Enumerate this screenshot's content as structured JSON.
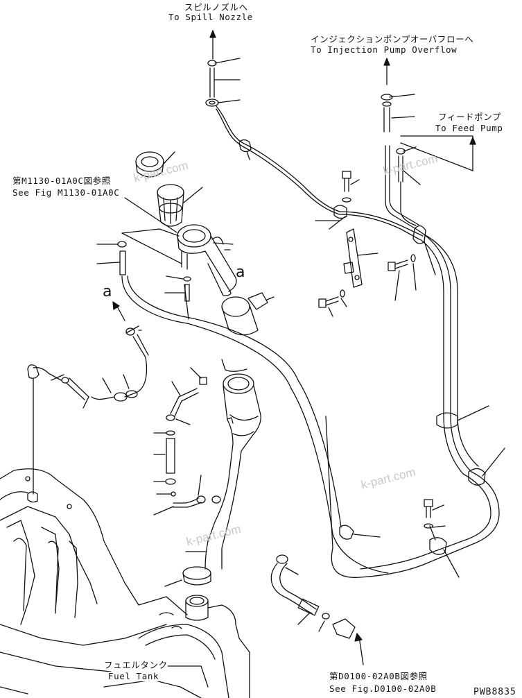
{
  "labels": {
    "spill_nozzle_jp": "スピルノズルへ",
    "spill_nozzle_en": "To Spill Nozzle",
    "injection_pump_jp": "インジェクションポンプオーバフローへ",
    "injection_pump_en": "To Injection Pump Overflow",
    "feed_pump_jp": "フィードポンプ",
    "feed_pump_en": "To Feed Pump",
    "fig_m1130_jp": "第M1130-01A0C図参照",
    "fig_m1130_en": "See Fig M1130-01A0C",
    "fuel_tank_jp": "フュエルタンク",
    "fuel_tank_en": "Fuel Tank",
    "fig_d0100_jp": "第D0100-02A0B図参照",
    "fig_d0100_en": "See Fig.D0100-02A0B",
    "callout_a_1": "a",
    "callout_a_2": "a",
    "drawing_code": "PWB8835"
  },
  "watermarks": [
    "k-part.com",
    "k-part.com",
    "k-part.com",
    "k-part.com"
  ]
}
